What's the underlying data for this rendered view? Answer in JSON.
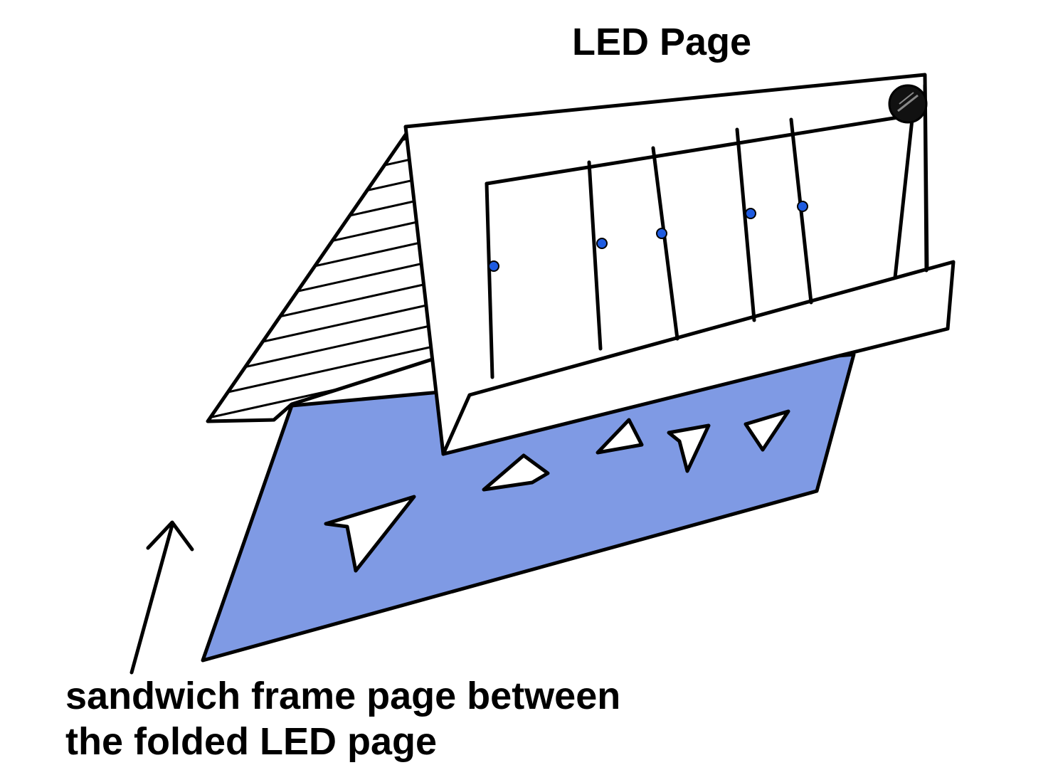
{
  "title": "LED Page",
  "caption": {
    "line1": "sandwich frame page between",
    "line2": "the folded LED page"
  },
  "colors": {
    "frame_page": "#7f9ae4",
    "ink": "#000000",
    "led": "#1e5be0",
    "background": "#ffffff"
  },
  "icons": {
    "arrow": "arrow-up-icon",
    "battery": "coin-battery-icon"
  }
}
